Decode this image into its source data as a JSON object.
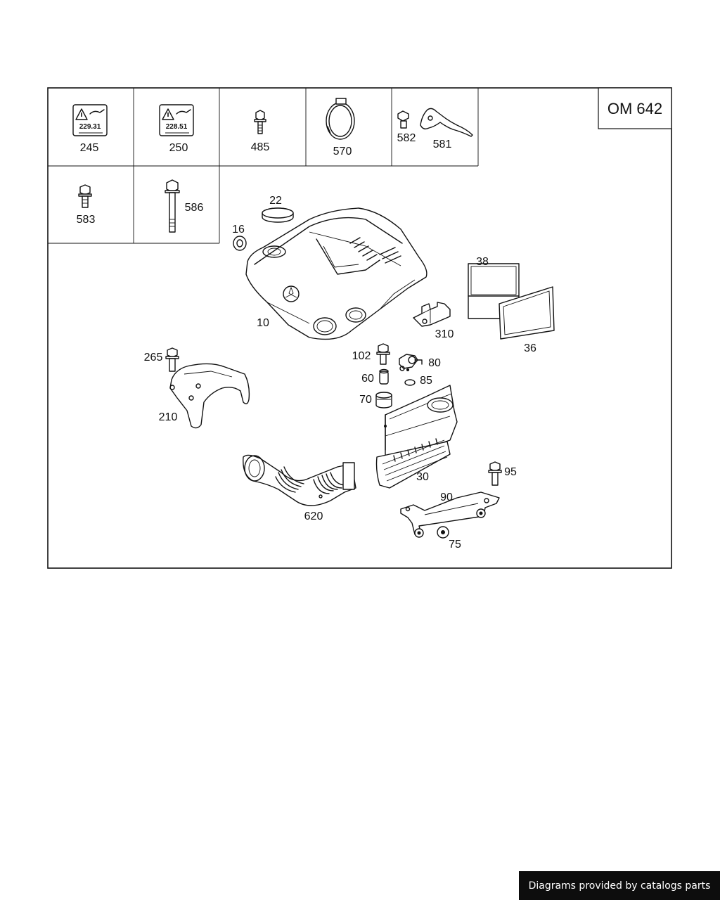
{
  "engine_code": "OM 642",
  "callouts": {
    "p245": "245",
    "p250": "250",
    "p485": "485",
    "p570": "570",
    "p582": "582",
    "p581": "581",
    "p583": "583",
    "p586": "586",
    "p22": "22",
    "p16": "16",
    "p10": "10",
    "p38": "38",
    "p36": "36",
    "p310": "310",
    "p265": "265",
    "p210": "210",
    "p102": "102",
    "p80": "80",
    "p60": "60",
    "p85": "85",
    "p70": "70",
    "p30": "30",
    "p95": "95",
    "p90": "90",
    "p620": "620",
    "p75": "75"
  },
  "oil_labels": {
    "a": "229.31",
    "b": "228.51"
  },
  "credit": "Diagrams provided by catalogs parts"
}
